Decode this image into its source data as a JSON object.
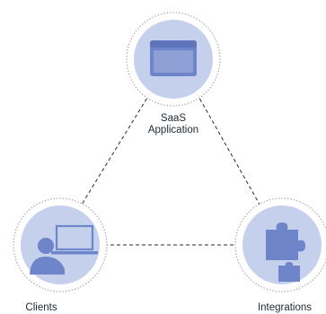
{
  "colors": {
    "node_fill": "#c5d0ec",
    "icon_fill": "#6f85c9",
    "icon_light": "#8ea0d6",
    "connector": "#2a2a2a",
    "ring": "#9a9a9a",
    "label": "#1f2933"
  },
  "nodes": {
    "saas": {
      "label_line1": "SaaS",
      "label_line2": "Application",
      "icon": "app-window-icon"
    },
    "clients": {
      "label": "Clients",
      "icon": "person-laptop-icon"
    },
    "integrations": {
      "label": "Integrations",
      "icon": "puzzle-piece-icon"
    }
  },
  "connections": [
    {
      "from": "SaaS Application",
      "to": "Clients",
      "style": "dashed"
    },
    {
      "from": "SaaS Application",
      "to": "Integrations",
      "style": "dashed"
    },
    {
      "from": "Clients",
      "to": "Integrations",
      "style": "dashed"
    }
  ]
}
